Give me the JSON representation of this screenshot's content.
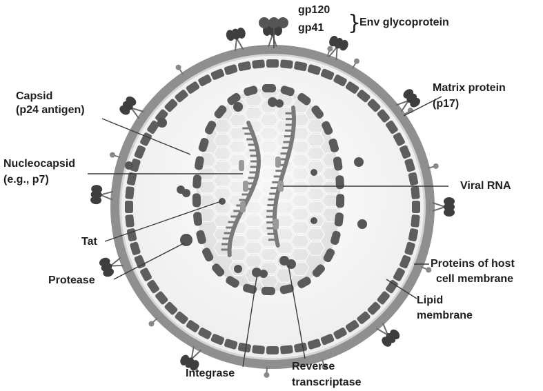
{
  "labels": {
    "gp120": "gp120",
    "gp41": "gp41",
    "env": "Env glycoprotein",
    "capsid": [
      "Capsid",
      "(p24 antigen)"
    ],
    "matrix": [
      "Matrix protein",
      "(p17)"
    ],
    "nucleocapsid": [
      "Nucleocapsid",
      "(e.g., p7)"
    ],
    "viral_rna": "Viral RNA",
    "tat": "Tat",
    "protease": "Protease",
    "host_proteins": [
      "Proteins of host",
      "cell membrane"
    ],
    "lipid": [
      "Lipid",
      "membrane"
    ],
    "integrase": "Integrase",
    "reverse_transcriptase": [
      "Reverse",
      "transcriptase"
    ]
  },
  "colors": {
    "membrane": "#8f8f8f",
    "matrix_block": "#5e5e5e",
    "capsid_block": "#5a5a5a",
    "interior": "#f6f6f6",
    "core_fill": "#e9e9e9",
    "rna": "#7a7a7a",
    "protein": "#555555",
    "text": "#1e1e1e"
  }
}
